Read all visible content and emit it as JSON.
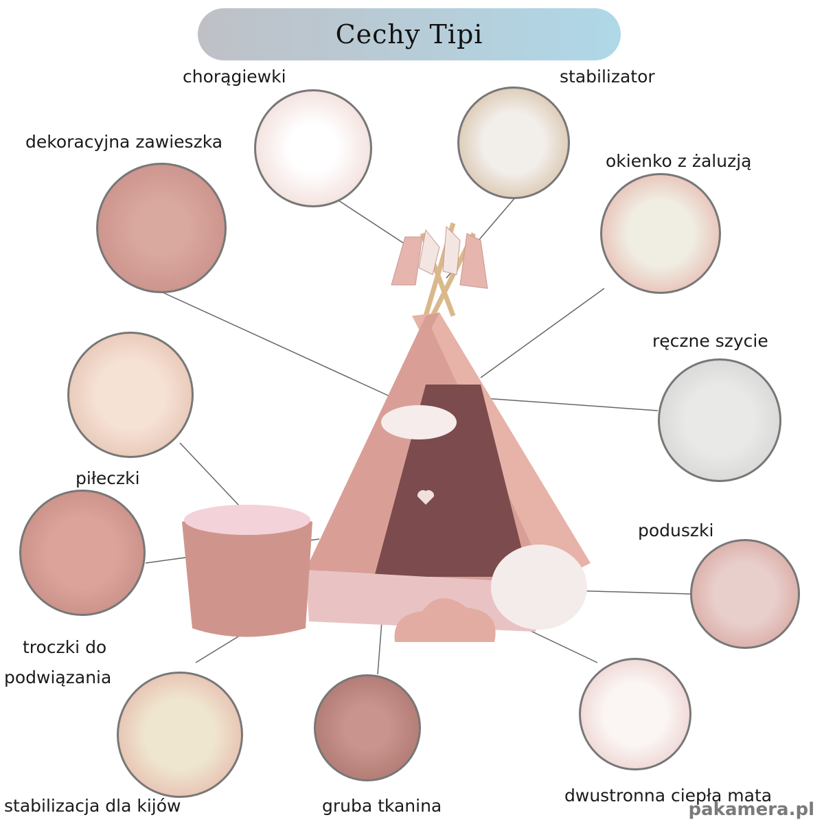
{
  "title": "Cechy Tipi",
  "features": {
    "choragiewki": "chorągiewki",
    "stabilizator": "stabilizator",
    "zawieszka": "dekoracyjna zawieszka",
    "okienko": "okienko z żaluzją",
    "szycie": "ręczne szycie",
    "pileczki": "piłeczki",
    "troczki_1": "troczki do",
    "troczki_2": "podwiązania",
    "poduszki": "poduszki",
    "stabilizacja": "stabilizacja dla kijów",
    "tkanina": "gruba tkanina",
    "mata": "dwustronna ciepła mata"
  },
  "watermark": "pakamera.pl",
  "colors": {
    "tent": "#d9a59c",
    "tent_dark": "#b97f77",
    "frame": "#777777",
    "pole": "#d9b88a"
  }
}
